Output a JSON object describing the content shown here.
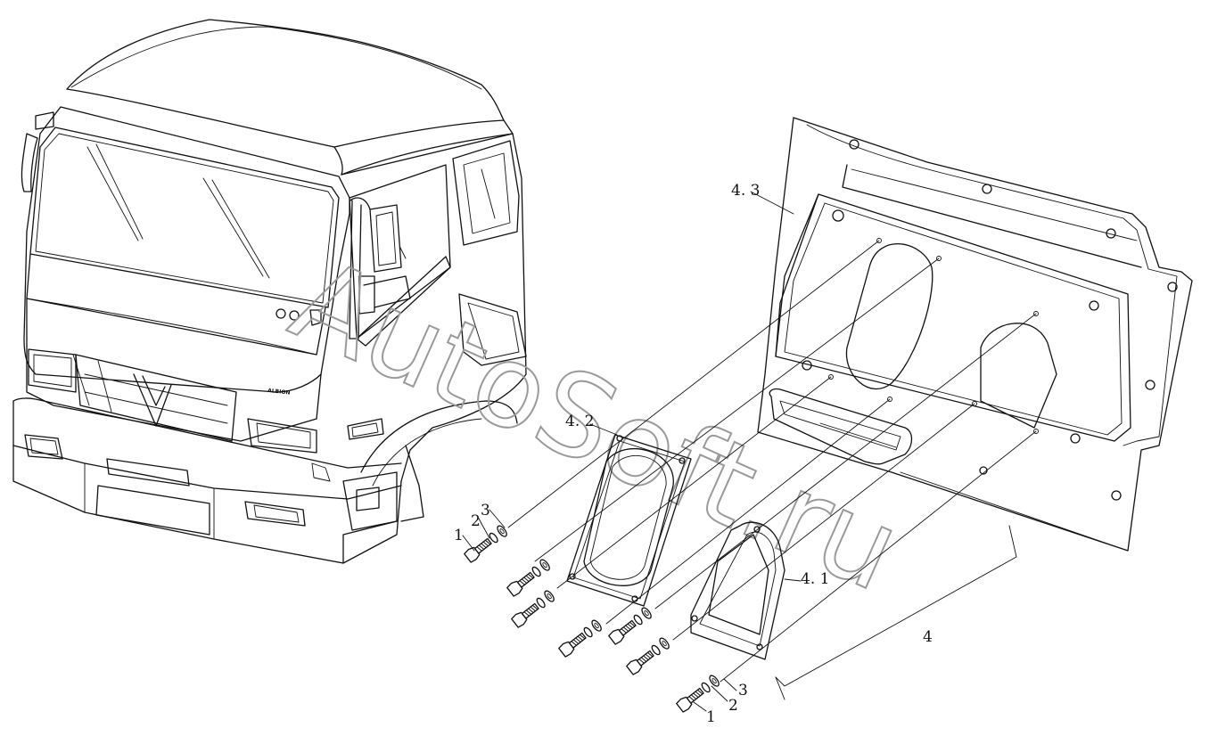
{
  "callouts": {
    "label_4": "4",
    "label_4_1": "4. 1",
    "label_4_2": "4. 2",
    "label_4_3": "4. 3",
    "label_1_upper": "1",
    "label_2_upper": "2",
    "label_3_upper": "3",
    "label_1_lower": "1",
    "label_2_lower": "2",
    "label_3_lower": "3"
  },
  "watermark": {
    "text": "AutoSoft.ru",
    "color": "#9a9a9a"
  },
  "cab": {
    "brand_text": "ALBION"
  },
  "icons": {
    "truck_cab": "truck-cab-icon",
    "panel": "mounting-panel-icon",
    "gasket_large": "gasket-icon",
    "gasket_small": "gasket-icon",
    "bolt": "bolt-icon",
    "washer": "washer-icon"
  }
}
